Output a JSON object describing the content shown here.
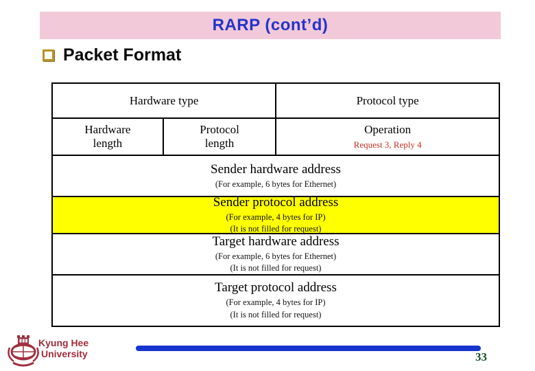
{
  "slide": {
    "title": "RARP (cont’d)",
    "heading": "Packet Format",
    "page_number": "33"
  },
  "packet_table": {
    "row1": {
      "hardware_type": "Hardware type",
      "protocol_type": "Protocol type"
    },
    "row2": {
      "hardware_length": "Hardware length",
      "protocol_length": "Protocol length",
      "operation": "Operation",
      "operation_note": "Request 3, Reply 4"
    },
    "row3": {
      "label": "Sender hardware address",
      "note1": "(For example, 6 bytes for Ethernet)"
    },
    "row4": {
      "label": "Sender protocol address",
      "note1": "(For example, 4 bytes for IP)",
      "note2": "(It is not filled for request)"
    },
    "row5": {
      "label": "Target hardware address",
      "note1": "(For example, 6 bytes for Ethernet)",
      "note2": "(It is not filled for request)"
    },
    "row6": {
      "label": "Target protocol address",
      "note1": "(For example, 4 bytes for IP)",
      "note2": "(It is not filled for request)"
    }
  },
  "footer": {
    "org_line1": "Kyung Hee",
    "org_line2": "University"
  },
  "colors": {
    "title_bar_pink": "#F2C9D8",
    "title_blue": "#2333CB",
    "bullet_gold": "#B8912A",
    "highlight_yellow": "#FFFF00",
    "note_red": "#C5301F",
    "org_maroon": "#A02C3C",
    "footer_line_blue": "#1535CE",
    "page_number_green": "#14501E"
  }
}
